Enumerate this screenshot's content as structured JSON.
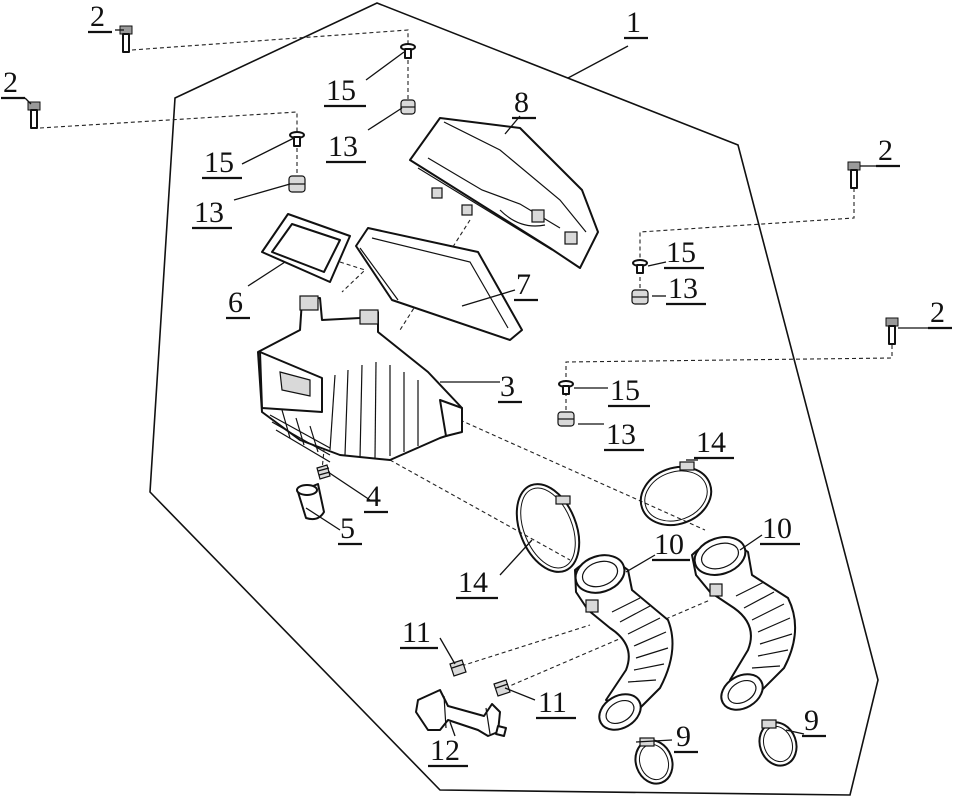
{
  "diagram": {
    "callouts": [
      {
        "id": "c1",
        "text": "1"
      },
      {
        "id": "c2a",
        "text": "2"
      },
      {
        "id": "c2b",
        "text": "2"
      },
      {
        "id": "c2c",
        "text": "2"
      },
      {
        "id": "c2d",
        "text": "2"
      },
      {
        "id": "c3",
        "text": "3"
      },
      {
        "id": "c4",
        "text": "4"
      },
      {
        "id": "c5",
        "text": "5"
      },
      {
        "id": "c6",
        "text": "6"
      },
      {
        "id": "c7",
        "text": "7"
      },
      {
        "id": "c8",
        "text": "8"
      },
      {
        "id": "c9a",
        "text": "9"
      },
      {
        "id": "c9b",
        "text": "9"
      },
      {
        "id": "c10a",
        "text": "10"
      },
      {
        "id": "c10b",
        "text": "10"
      },
      {
        "id": "c11a",
        "text": "11"
      },
      {
        "id": "c11b",
        "text": "11"
      },
      {
        "id": "c12",
        "text": "12"
      },
      {
        "id": "c13a",
        "text": "13"
      },
      {
        "id": "c13b",
        "text": "13"
      },
      {
        "id": "c13c",
        "text": "13"
      },
      {
        "id": "c13d",
        "text": "13"
      },
      {
        "id": "c14a",
        "text": "14"
      },
      {
        "id": "c14b",
        "text": "14"
      },
      {
        "id": "c15a",
        "text": "15"
      },
      {
        "id": "c15b",
        "text": "15"
      },
      {
        "id": "c15c",
        "text": "15"
      },
      {
        "id": "c15d",
        "text": "15"
      }
    ]
  }
}
